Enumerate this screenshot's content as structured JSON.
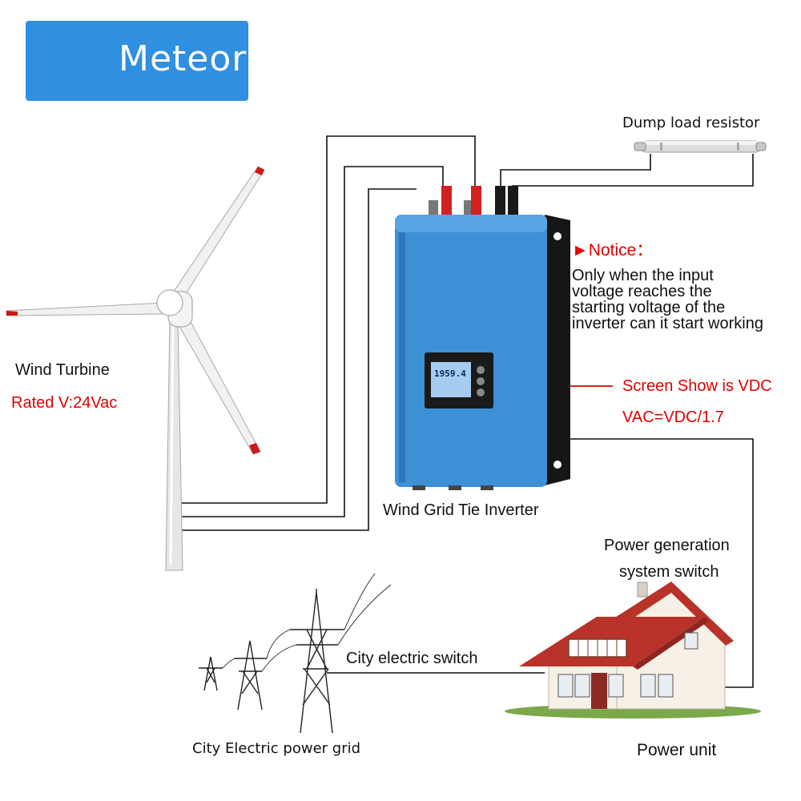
{
  "brand": {
    "name": "Meteor"
  },
  "labels": {
    "dump_load": "Dump load resistor",
    "notice_title": "Notice：",
    "notice_lines": [
      "Only when the input",
      "voltage reaches the",
      "starting voltage of the",
      "inverter can it start working"
    ],
    "wind_turbine": "Wind Turbine",
    "rated_voltage": "Rated V:24Vac",
    "screen_show": "Screen Show is VDC",
    "vac_formula": "VAC=VDC/1.7",
    "inverter": "Wind Grid Tie Inverter",
    "power_switch_line1": "Power generation",
    "power_switch_line2": "system switch",
    "city_switch": "City electric switch",
    "city_grid": "City Electric power grid",
    "power_unit": "Power unit"
  },
  "inverter_display": {
    "reading": "1959.4"
  },
  "colors": {
    "brand_blue": "#2f8fe0",
    "inverter_blue": "#3d8fd6",
    "notice_red": "#e00000",
    "roof_red": "#b8322a"
  }
}
